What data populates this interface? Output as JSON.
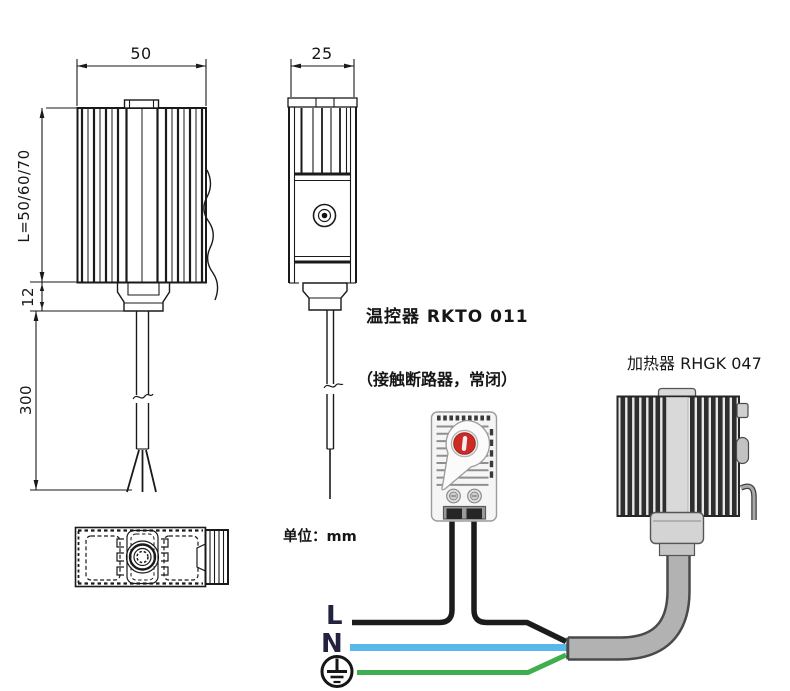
{
  "front_view": {
    "dim_width": "50",
    "dim_length": "L=50/60/70",
    "dim_neck": "12",
    "dim_lead": "300"
  },
  "side_view": {
    "dim_depth": "25"
  },
  "notes": {
    "unit_note": "单位：mm"
  },
  "thermostat": {
    "title": "温控器 RKTO 011",
    "note": "（接触断路器，常闭）",
    "dial_color": "#ce2a24"
  },
  "heater": {
    "title": "加热器 RHGK 047",
    "fin_color": "#2e2e2e",
    "body_color": "#d9d9d9",
    "cable_color": "#b2b2b2"
  },
  "wiring": {
    "live_label": "L",
    "neutral_label": "N",
    "label_color": "#23233f",
    "live_color": "#1c1c1c",
    "neutral_color": "#56b9e9",
    "ground_color": "#3fae4e",
    "ground_icon": "earth-ground-icon"
  }
}
